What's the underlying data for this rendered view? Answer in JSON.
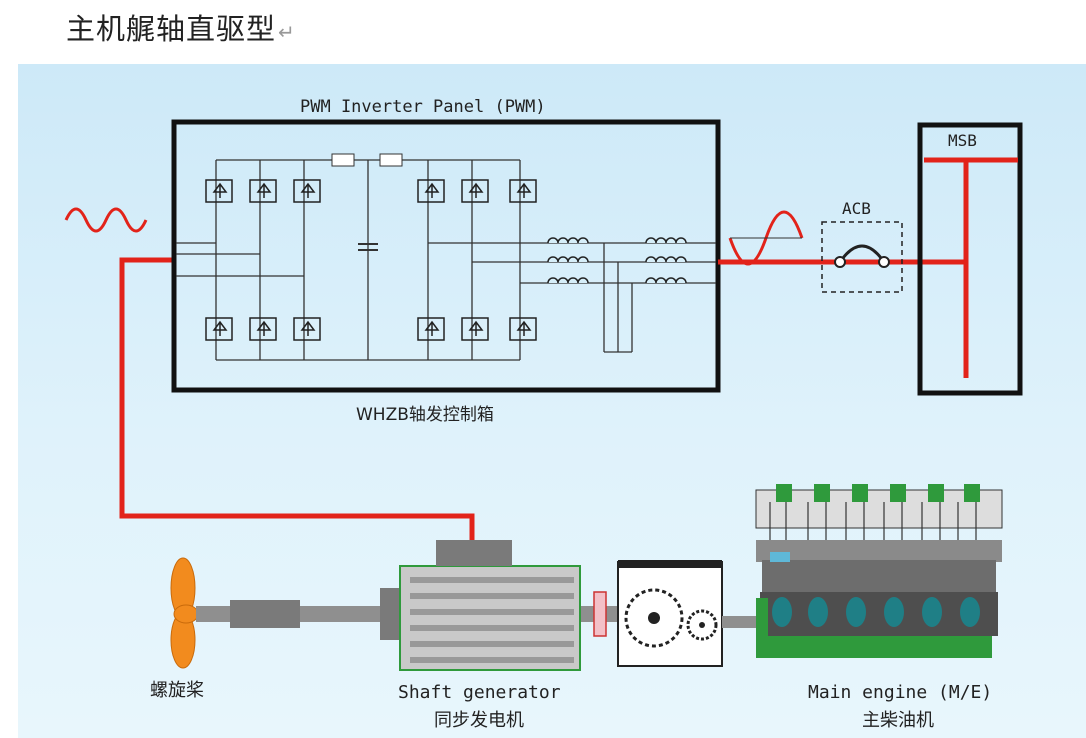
{
  "heading": "主机艉轴直驱型",
  "return_mark": "↵",
  "labels": {
    "inverter_panel": "PWM Inverter Panel (PWM)",
    "control_box": "WHZB轴发控制箱",
    "msb": "MSB",
    "acb": "ACB",
    "propeller": "螺旋桨",
    "shaft_gen_en": "Shaft generator",
    "shaft_gen_cn": "同步发电机",
    "main_engine_en": "Main engine (M/E)",
    "main_engine_cn": "主柴油机"
  },
  "colors": {
    "line_red": "#e2231a",
    "propeller": "#f28b1e",
    "background": "#d6eef9",
    "engine_green": "#2f9a3c",
    "cylinder_teal": "#1f7f86"
  }
}
